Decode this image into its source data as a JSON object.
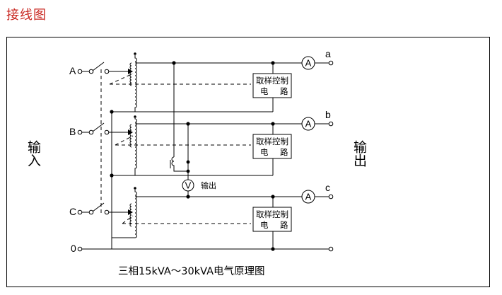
{
  "heading": "接线图",
  "input_label": "输入",
  "output_label": "输出",
  "input_terminals": [
    "A",
    "B",
    "C",
    "0"
  ],
  "output_terminals": [
    "a",
    "b",
    "c"
  ],
  "ammeter_symbol": "A",
  "voltmeter_symbol": "V",
  "voltmeter_label": "输出",
  "control_box": {
    "line1": "取样控制",
    "line2_left": "电",
    "line2_right": "路"
  },
  "caption": "三相15kVA～30kVA电气原理图"
}
